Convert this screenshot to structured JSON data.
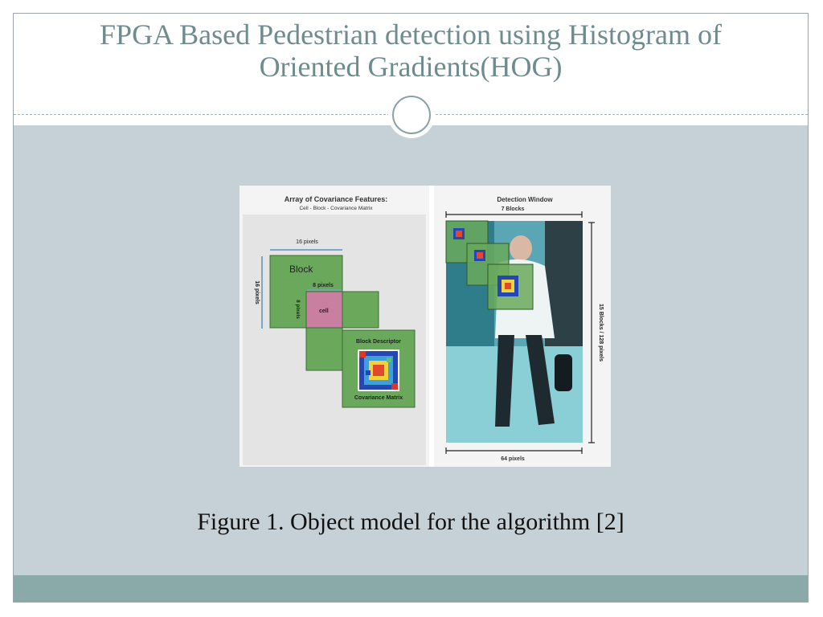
{
  "slide": {
    "title": "FPGA Based Pedestrian detection using Histogram of Oriented Gradients(HOG)",
    "caption": "Figure 1. Object model for the algorithm [2]"
  },
  "figure": {
    "left_panel": {
      "heading": "Array of Covariance Features:",
      "subheading": "Cell - Block - Covariance Matrix",
      "block_width_label": "16 pixels",
      "block_height_label": "16 pixels",
      "block_label": "Block",
      "cell_width_label": "8 pixels",
      "cell_height_label": "8 pixels",
      "cell_label": "cell",
      "descriptor_label": "Block Descriptor",
      "matrix_label": "Covariance Matrix"
    },
    "right_panel": {
      "heading": "Detection Window",
      "width_blocks_label": "7 Blocks",
      "height_label": "15 Blocks / 128 pixels",
      "width_pixels_label": "64 pixels"
    }
  },
  "colors": {
    "title": "#6e8b8d",
    "content_background": "#c6d1d7",
    "footer": "#8aa9a9",
    "block_green": "#6aa95c",
    "cell_pink": "#c97fa0"
  }
}
